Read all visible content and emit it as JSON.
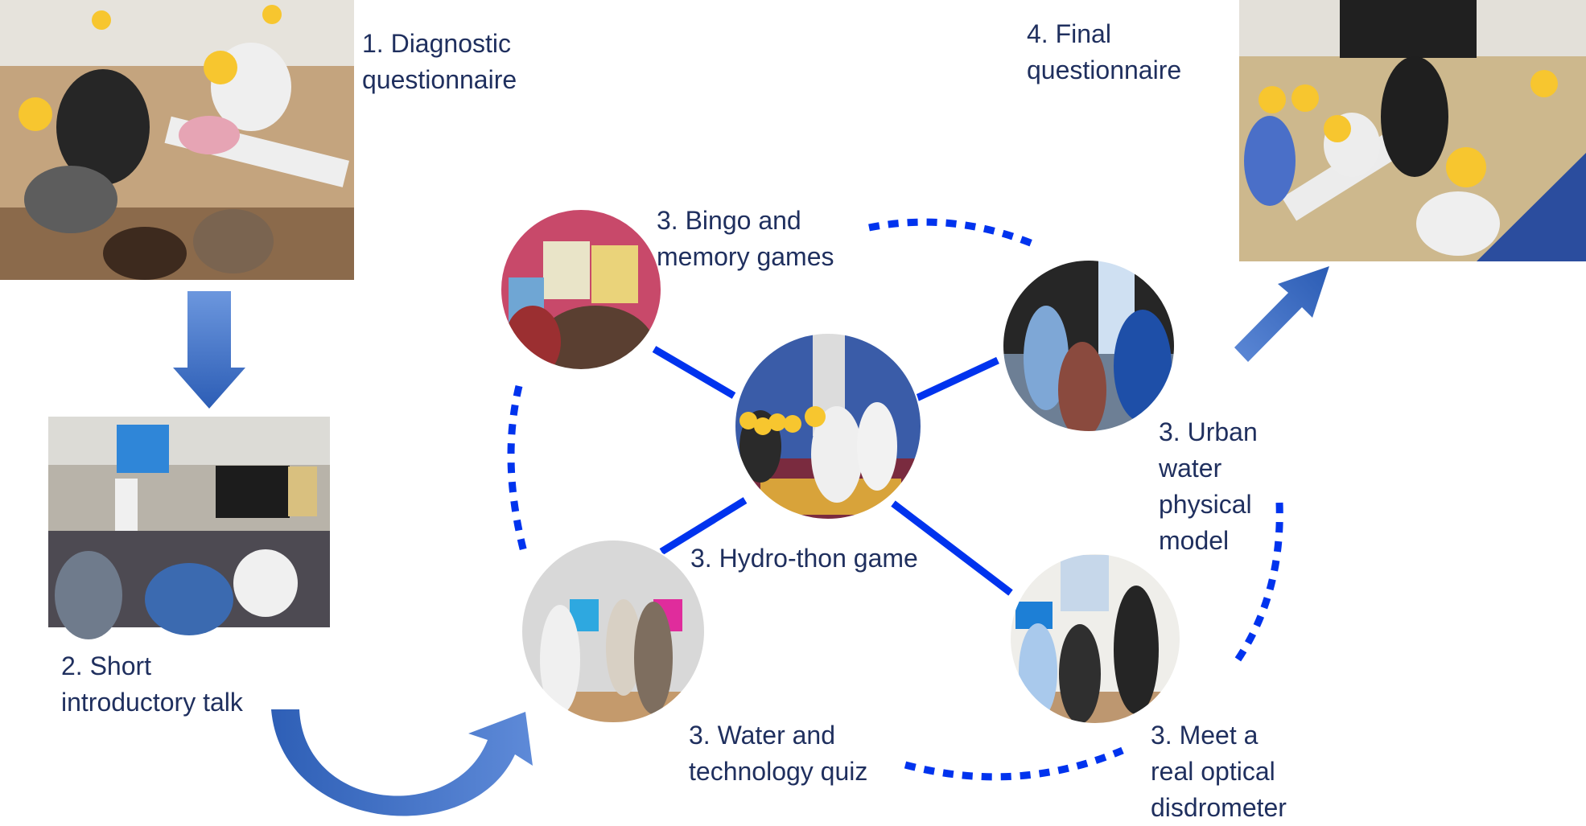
{
  "colors": {
    "text": "#1f2f5e",
    "connector_blue": "#0033ee",
    "arrow_light": "#6a95dd",
    "arrow_dark": "#2d5fb8"
  },
  "steps": {
    "diagnostic": {
      "label": "1. Diagnostic\nquestionnaire",
      "photo": "children-filling-questionnaire-on-benches"
    },
    "intro_talk": {
      "label": "2. Short\nintroductory talk",
      "photo": "presenter-talking-to-seated-children"
    },
    "bingo": {
      "label": "3. Bingo and\nmemory games",
      "photo": "bingo-cards-on-floor-mat"
    },
    "hydrothon": {
      "label": "3. Hydro-thon game",
      "photo": "children-standing-on-game-mat"
    },
    "urban": {
      "label": "3. Urban\nwater\nphysical\nmodel",
      "photo": "children-at-water-model-exhibit"
    },
    "quiz": {
      "label": "3. Water and\ntechnology quiz",
      "photo": "children-at-quiz-screens"
    },
    "disdrometer": {
      "label": "3. Meet a\nreal optical\ndisdrometer",
      "photo": "children-viewing-disdrometer"
    },
    "final": {
      "label": "4. Final\nquestionnaire",
      "photo": "children-filling-final-questionnaire"
    }
  }
}
